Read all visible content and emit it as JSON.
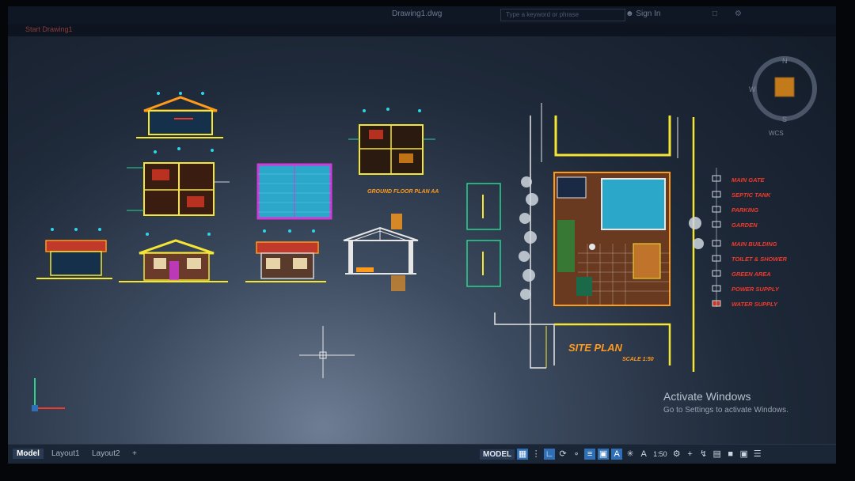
{
  "window": {
    "document_title": "Drawing1.dwg",
    "search_placeholder": "Type a keyword or phrase",
    "sign_in": "Sign In"
  },
  "file_tab": "Start   Drawing1",
  "drawing": {
    "ground_floor_label": "GROUND FLOOR PLAN AA",
    "site_plan_title": "SITE PLAN",
    "site_plan_scale": "SCALE 1:50",
    "legend": [
      "MAIN GATE",
      "SEPTIC TANK",
      "PARKING",
      "GARDEN",
      "MAIN BUILDING",
      "TOILET & SHOWER",
      "GREEN AREA",
      "POWER SUPPLY",
      "WATER SUPPLY"
    ]
  },
  "viewcube": {
    "compass_top": "N",
    "compass_left": "W",
    "compass_bottom": "S",
    "wcs_label": "WCS"
  },
  "watermark": {
    "title": "Activate Windows",
    "subtitle": "Go to Settings to activate Windows."
  },
  "statusbar": {
    "tabs": [
      "Model",
      "Layout1",
      "Layout2"
    ],
    "add_tab": "+",
    "model_toggle": "MODEL",
    "annotation_scale": "1:50"
  },
  "colors": {
    "background": "#1f2a3a",
    "drawing_yellow": "#f5e633",
    "drawing_orange": "#ff9a1a",
    "drawing_cyan": "#2fd4e8",
    "drawing_red": "#f03a2a",
    "drawing_green": "#2bd38f",
    "drawing_magenta": "#d03ad9",
    "accent_blue": "#2f6fb5"
  }
}
